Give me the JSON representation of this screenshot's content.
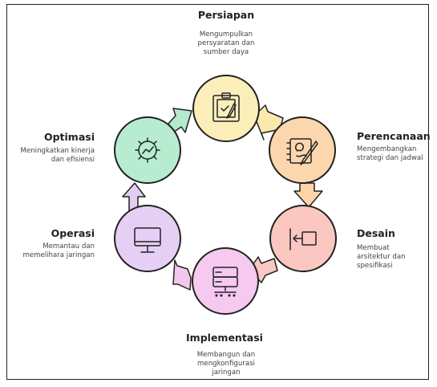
{
  "stages": {
    "persiapan": {
      "title": "Persiapan",
      "desc": "Mengumpulkan persyaratan dan sumber daya",
      "fill": "#fbeeb9",
      "icon": "clipboard-icon"
    },
    "perencanaan": {
      "title": "Perencanaan",
      "desc": "Mengembangkan strategi dan jadwal",
      "fill": "#fcd7ad",
      "icon": "notebook-pen-icon"
    },
    "desain": {
      "title": "Desain",
      "desc": "Membuat arsitektur dan spesifikasi",
      "fill": "#fac7c1",
      "icon": "arrow-into-box-icon"
    },
    "implementasi": {
      "title": "Implementasi",
      "desc": "Membangun dan mengkonfigurasi jaringan",
      "fill": "#f6c9f0",
      "icon": "server-icon"
    },
    "operasi": {
      "title": "Operasi",
      "desc": "Memantau dan memelihara jaringan",
      "fill": "#e6cff4",
      "icon": "monitor-icon"
    },
    "optimasi": {
      "title": "Optimasi",
      "desc": "Meningkatkan kinerja dan efisiensi",
      "fill": "#b7ecd1",
      "icon": "gear-chart-icon"
    }
  },
  "colors": {
    "stroke": "#222222",
    "arrow_persiapan_perencanaan": "#fbe8ad",
    "arrow_perencanaan_desain": "#fcd4a8",
    "arrow_desain_implementasi": "#f9c8c3",
    "arrow_implementasi_operasi": "#f1c8ec",
    "arrow_operasi_optimasi": "#e3cdf3",
    "arrow_optimasi_persiapan": "#b2eacb"
  }
}
